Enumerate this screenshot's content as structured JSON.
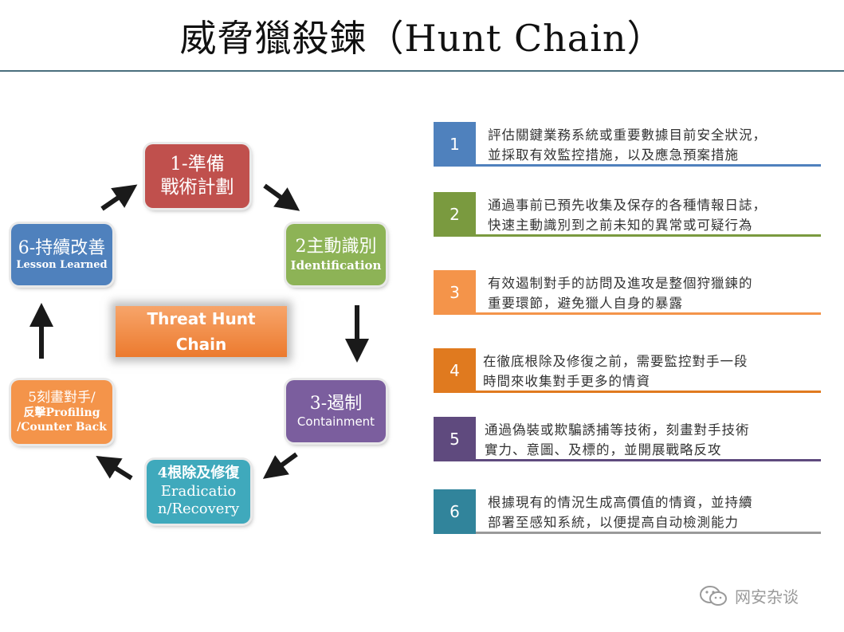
{
  "title": "威脅獵殺鍊（Hunt Chain）",
  "center": {
    "line1": "Threat Hunt",
    "line2": "Chain"
  },
  "nodes": [
    {
      "id": 1,
      "line1": "1-準備",
      "line2": "戰術計劃",
      "color": "#c0504d"
    },
    {
      "id": 2,
      "line1": "2主動識別",
      "line2": "Identification",
      "color": "#8db356"
    },
    {
      "id": 3,
      "line1": "3-遏制",
      "line2": "Containment",
      "color": "#7b5e9e"
    },
    {
      "id": 4,
      "line1": "4根除及修復",
      "line2": "Eradicatio",
      "line3": "n/Recovery",
      "color": "#3fa9bc"
    },
    {
      "id": 5,
      "line1": "5刻畫對手/",
      "line2": "反擊Profiling",
      "line3": "/Counter Back",
      "color": "#f4944a"
    },
    {
      "id": 6,
      "line1": "6-持續改善",
      "line2": "Lesson Learned",
      "color": "#4f81bd"
    }
  ],
  "steps": [
    {
      "num": "1",
      "color": "#4f81bd",
      "line1": "評估關鍵業務系統或重要數據目前安全狀況，",
      "line2": "並採取有效監控措施，以及應急預案措施"
    },
    {
      "num": "2",
      "color": "#7a9a3f",
      "line1": "通過事前已預先收集及保存的各種情報日誌，",
      "line2": "快速主動識別到之前未知的異常或可疑行為"
    },
    {
      "num": "3",
      "color": "#f4944a",
      "line1": "有效遏制對手的訪問及進攻是整個狩獵鍊的",
      "line2": "重要環節，避免獵人自身的暴露"
    },
    {
      "num": "4",
      "color": "#e07a1f",
      "line1": "在徹底根除及修復之前，需要監控對手一段",
      "line2": "時間來收集對手更多的情資"
    },
    {
      "num": "5",
      "color": "#5f4a7e",
      "line1": "通過偽裝或欺騙誘捕等技術，刻畫對手技術",
      "line2": "實力、意圖、及標的，並開展戰略反攻"
    },
    {
      "num": "6",
      "color": "#31849b",
      "line1": "根據現有的情況生成高價值的情資，並持續",
      "line2": "部署至感知系統，以便提高自动檢測能力"
    }
  ],
  "watermark": "网安杂谈"
}
